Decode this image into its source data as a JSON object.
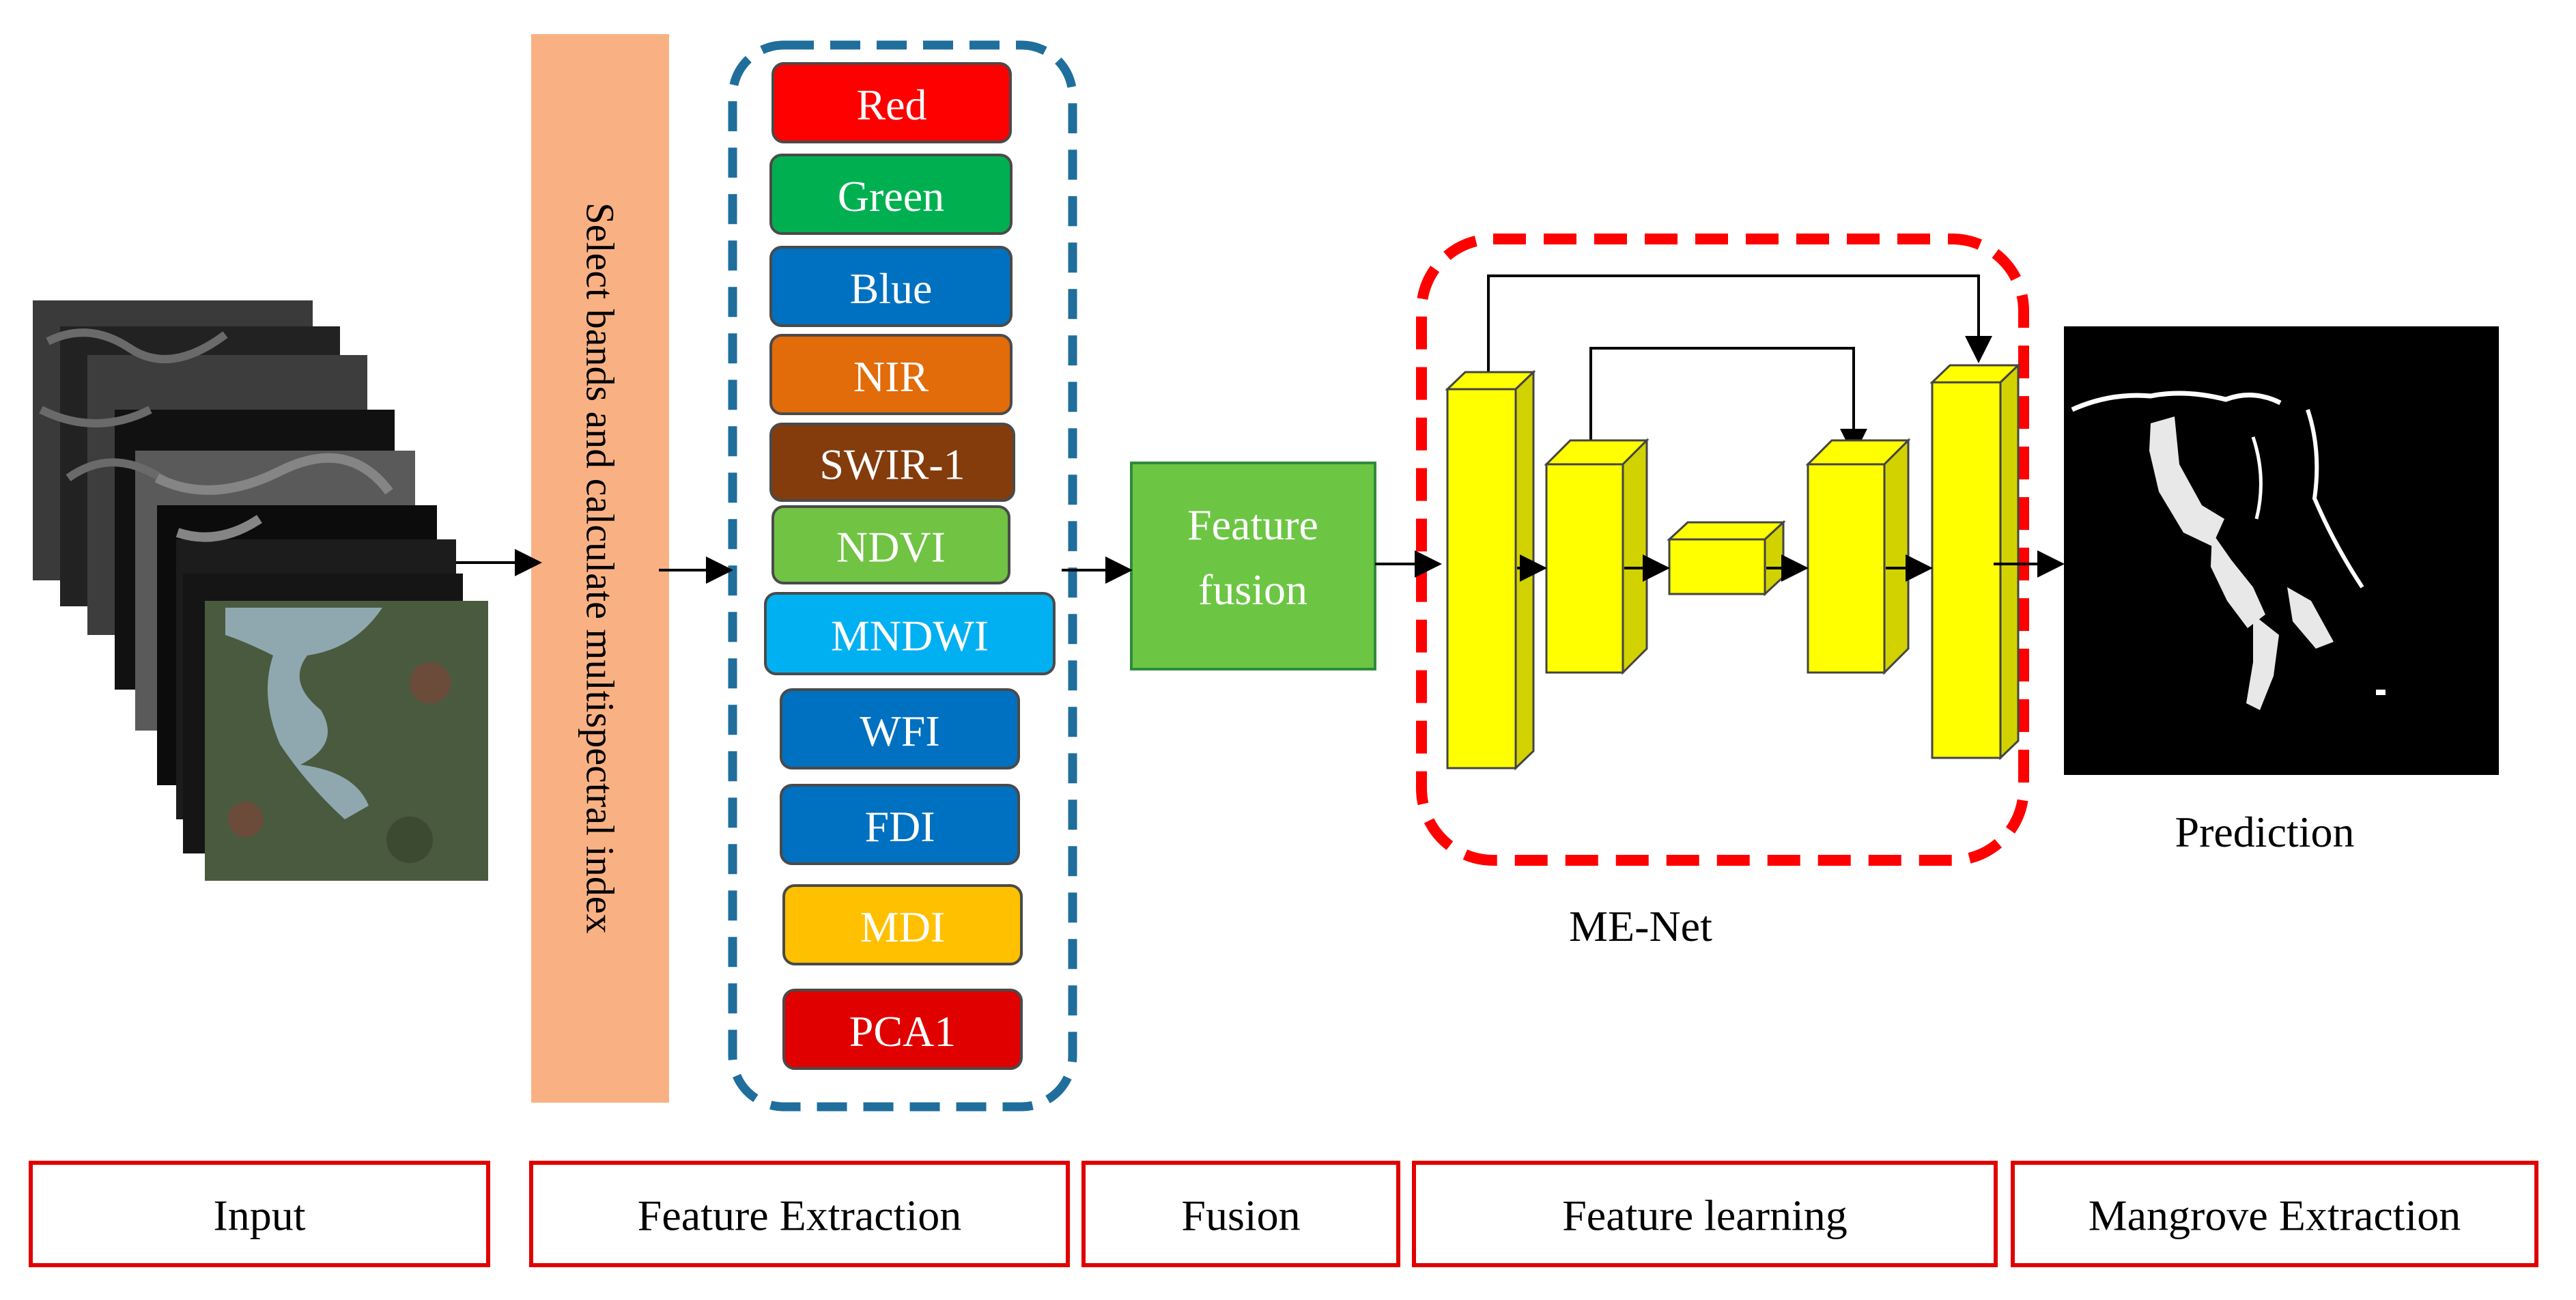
{
  "select_box": {
    "label": "Select bands and calculate multispectral index",
    "color": "#F9B183"
  },
  "features": [
    {
      "label": "Red",
      "fill": "#FF0000",
      "text": "#FFFFFF"
    },
    {
      "label": "Green",
      "fill": "#00B050",
      "text": "#FFFFFF"
    },
    {
      "label": "Blue",
      "fill": "#0070C0",
      "text": "#FFFFFF"
    },
    {
      "label": "NIR",
      "fill": "#E26B0A",
      "text": "#FFFFFF"
    },
    {
      "label": "SWIR-1",
      "fill": "#843C0C",
      "text": "#FFFFFF"
    },
    {
      "label": "NDVI",
      "fill": "#70C343",
      "text": "#FFFFFF"
    },
    {
      "label": "MNDWI",
      "fill": "#00B0F0",
      "text": "#FFFFFF"
    },
    {
      "label": "WFI",
      "fill": "#0070C0",
      "text": "#FFFFFF"
    },
    {
      "label": "FDI",
      "fill": "#0070C0",
      "text": "#FFFFFF"
    },
    {
      "label": "MDI",
      "fill": "#FFC000",
      "text": "#FFFFFF"
    },
    {
      "label": "PCA1",
      "fill": "#E00000",
      "text": "#FFFFFF"
    }
  ],
  "fusion_box": {
    "line1": "Feature",
    "line2": "fusion",
    "color": "#6CC644"
  },
  "network": {
    "label": "ME-Net",
    "block_color": "#FFFF00",
    "side_color": "#D2D200",
    "border_color": "#FF0000"
  },
  "prediction": {
    "label": "Prediction"
  },
  "stages": [
    "Input",
    "Feature Extraction",
    "Fusion",
    "Feature learning",
    "Mangrove Extraction"
  ],
  "colors": {
    "feature_border": "#1F6E9C",
    "stage_border": "#E00000"
  }
}
